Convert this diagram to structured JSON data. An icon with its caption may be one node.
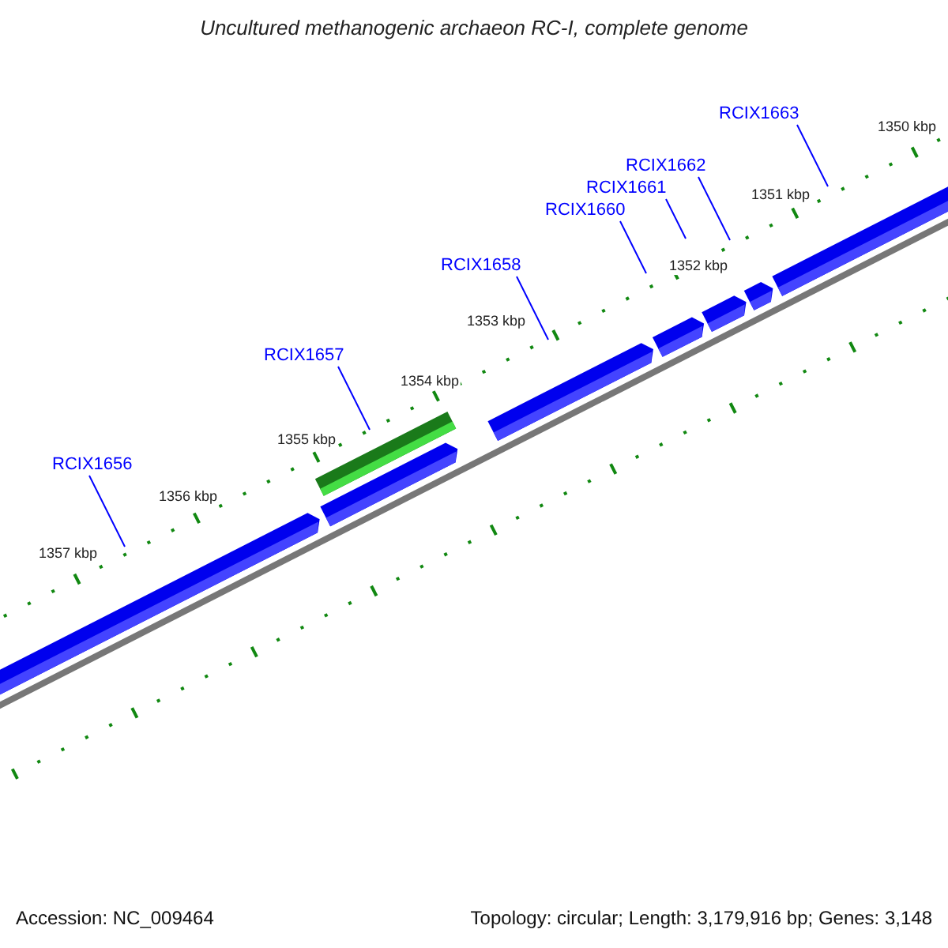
{
  "diagram": {
    "title": "Uncultured methanogenic archaeon RC-I, complete genome",
    "nodes": [
      {
        "text": [
          "RCIX1656"
        ]
      },
      {
        "text": [
          "RCIX1657"
        ]
      },
      {
        "text": [
          "RCIX1658"
        ]
      },
      {
        "text": [
          "RCIX1660"
        ]
      },
      {
        "text": [
          "RCIX1661"
        ]
      },
      {
        "text": [
          "RCIX1662"
        ]
      },
      {
        "text": [
          "RCIX1663"
        ]
      }
    ],
    "edges": [
      {
        "from": 0,
        "to": null,
        "arrow": "none"
      },
      {
        "from": 1,
        "to": null,
        "arrow": "none"
      },
      {
        "from": 2,
        "to": null,
        "arrow": "none"
      },
      {
        "from": 3,
        "to": null,
        "arrow": "none"
      },
      {
        "from": 4,
        "to": null,
        "arrow": "none"
      },
      {
        "from": 5,
        "to": null,
        "arrow": "none"
      },
      {
        "from": 6,
        "to": null,
        "arrow": "none"
      }
    ],
    "labels": [
      "1350 kbp",
      "1351 kbp",
      "1352 kbp",
      "1353 kbp",
      "1354 kbp",
      "1355 kbp",
      "1356 kbp",
      "1357 kbp",
      "Accession: NC_009464",
      "Topology: circular; Length: 3,179,916 bp; Genes: 3,148"
    ]
  }
}
